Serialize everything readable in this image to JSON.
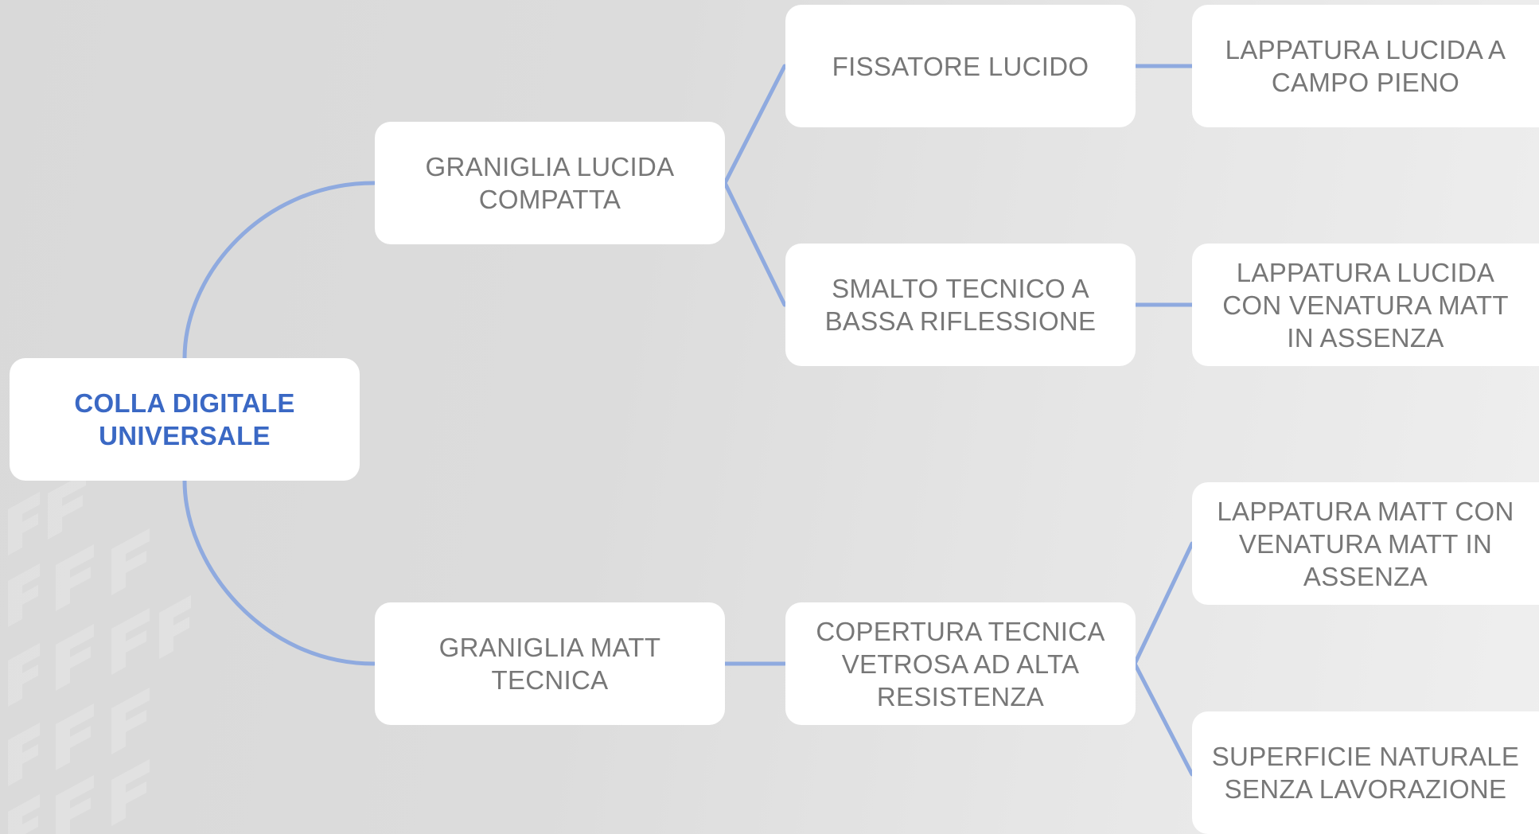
{
  "colors": {
    "connector": "#8faadf",
    "root_text": "#3a68c4",
    "node_text": "#777777",
    "node_background": "#ffffff"
  },
  "diagram": {
    "root": {
      "label": "COLLA DIGITALE UNIVERSALE"
    },
    "level1": [
      {
        "label": "GRANIGLIA LUCIDA COMPATTA"
      },
      {
        "label": "GRANIGLIA MATT TECNICA"
      }
    ],
    "level2": [
      {
        "label": "FISSATORE LUCIDO"
      },
      {
        "label": "SMALTO TECNICO A BASSA RIFLESSIONE"
      },
      {
        "label": "COPERTURA TECNICA VETROSA AD ALTA RESISTENZA"
      }
    ],
    "level3": [
      {
        "label": "LAPPATURA LUCIDA A CAMPO PIENO"
      },
      {
        "label": "LAPPATURA LUCIDA CON VENATURA MATT IN ASSENZA"
      },
      {
        "label": "LAPPATURA MATT CON VENATURA MATT IN ASSENZA"
      },
      {
        "label": "SUPERFICIE NATURALE SENZA LAVORAZIONE"
      }
    ]
  }
}
